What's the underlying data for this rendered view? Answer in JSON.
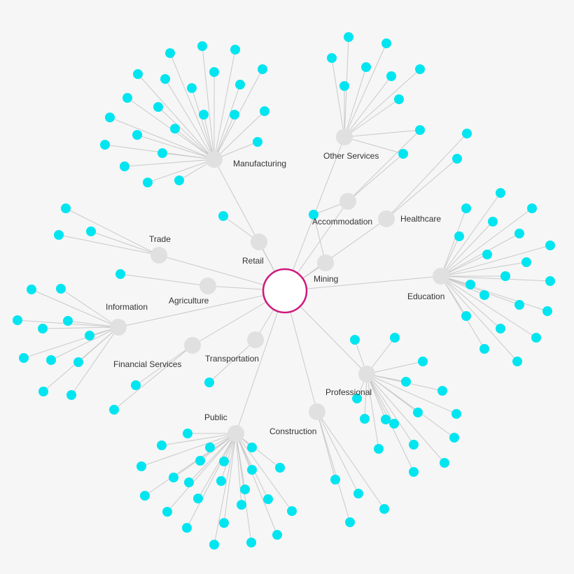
{
  "diagram": {
    "type": "radial-network",
    "colors": {
      "background": "#f6f6f6",
      "edge": "#c9c9c9",
      "leaf_node": "#00e5f0",
      "category_node": "#e0e0e0",
      "center_ring": "#d0187c"
    },
    "center": {
      "label": ""
    },
    "categories": [
      {
        "id": "manufacturing",
        "label": "Manufacturing",
        "leaf_count": 24
      },
      {
        "id": "other-services",
        "label": "Other Services",
        "leaf_count": 10
      },
      {
        "id": "accommodation",
        "label": "Accommodation",
        "leaf_count": 3
      },
      {
        "id": "healthcare",
        "label": "Healthcare",
        "leaf_count": 2
      },
      {
        "id": "retail",
        "label": "Retail",
        "leaf_count": 1
      },
      {
        "id": "mining",
        "label": "Mining",
        "leaf_count": 1
      },
      {
        "id": "trade",
        "label": "Trade",
        "leaf_count": 3
      },
      {
        "id": "agriculture",
        "label": "Agriculture",
        "leaf_count": 1
      },
      {
        "id": "education",
        "label": "Education",
        "leaf_count": 21
      },
      {
        "id": "information",
        "label": "Information",
        "leaf_count": 12
      },
      {
        "id": "financial-services",
        "label": "Financial Services",
        "leaf_count": 2
      },
      {
        "id": "transportation",
        "label": "Transportation",
        "leaf_count": 1
      },
      {
        "id": "professional",
        "label": "Professional",
        "leaf_count": 17
      },
      {
        "id": "public",
        "label": "Public",
        "leaf_count": 25
      },
      {
        "id": "construction",
        "label": "Construction",
        "leaf_count": 5
      }
    ]
  }
}
